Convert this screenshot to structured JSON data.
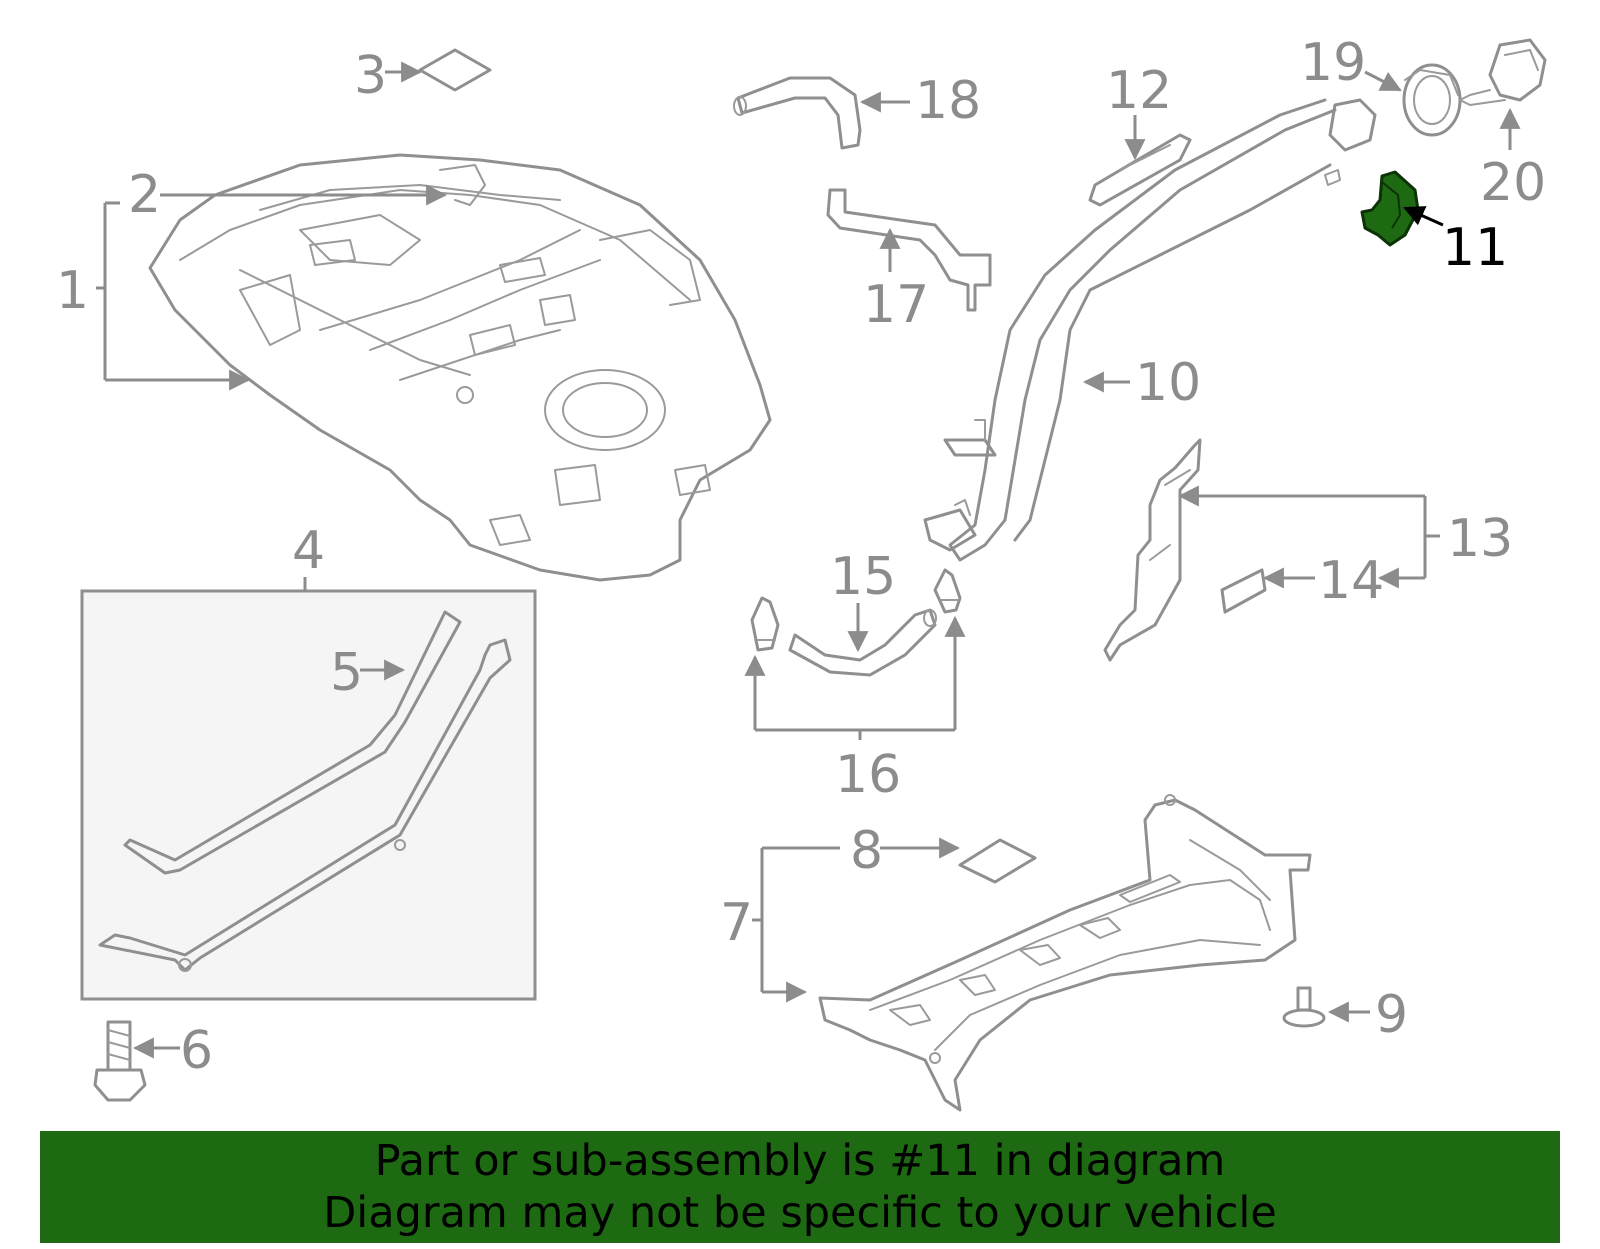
{
  "diagram": {
    "highlight_color": "#1d6a12",
    "callouts": {
      "c1": "1",
      "c2": "2",
      "c3": "3",
      "c4": "4",
      "c5": "5",
      "c6": "6",
      "c7": "7",
      "c8": "8",
      "c9": "9",
      "c10": "10",
      "c11": "11",
      "c12": "12",
      "c13": "13",
      "c14": "14",
      "c15": "15",
      "c16": "16",
      "c17": "17",
      "c18": "18",
      "c19": "19",
      "c20": "20"
    },
    "highlighted_callout": "11"
  },
  "banner": {
    "line1": "Part or sub-assembly is #11 in diagram",
    "line2": "Diagram may not be specific to your vehicle",
    "background": "#1d6a12"
  }
}
